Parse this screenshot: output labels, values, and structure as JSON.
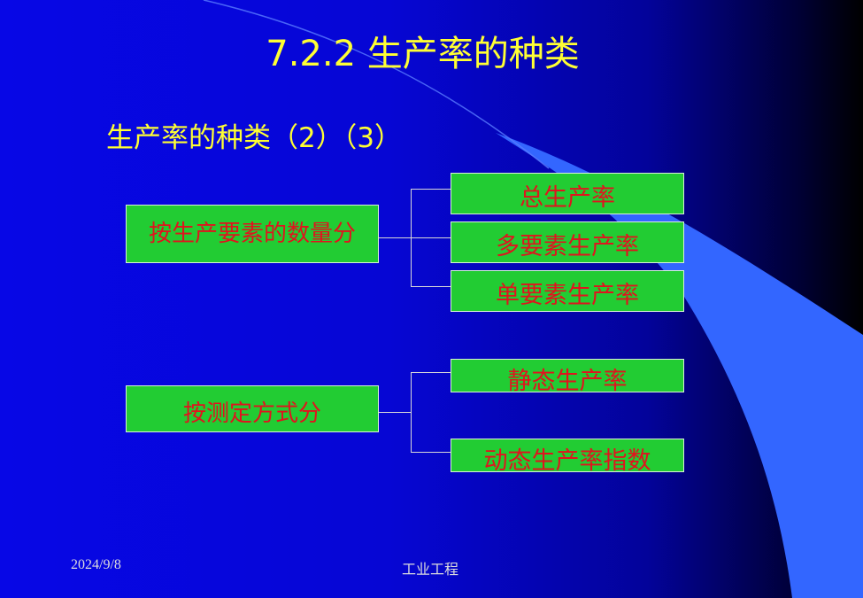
{
  "slide": {
    "title": "7.2.2  生产率的种类",
    "subtitle": "生产率的种类（2）（3）",
    "groups": [
      {
        "label": "按生产要素的数量分",
        "items": [
          "总生产率",
          "多要素生产率",
          "单要素生产率"
        ]
      },
      {
        "label": "按测定方式分",
        "items": [
          "静态生产率",
          "动态生产率指数"
        ]
      }
    ],
    "footer": {
      "date": "2024/9/8",
      "center": "工业工程"
    }
  },
  "colors": {
    "background": "#0707e6",
    "title_text": "#ffff33",
    "box_fill": "#22cc33",
    "box_text": "#e0141e",
    "connector": "#d8d8d8",
    "swoosh": "#3366ff"
  }
}
